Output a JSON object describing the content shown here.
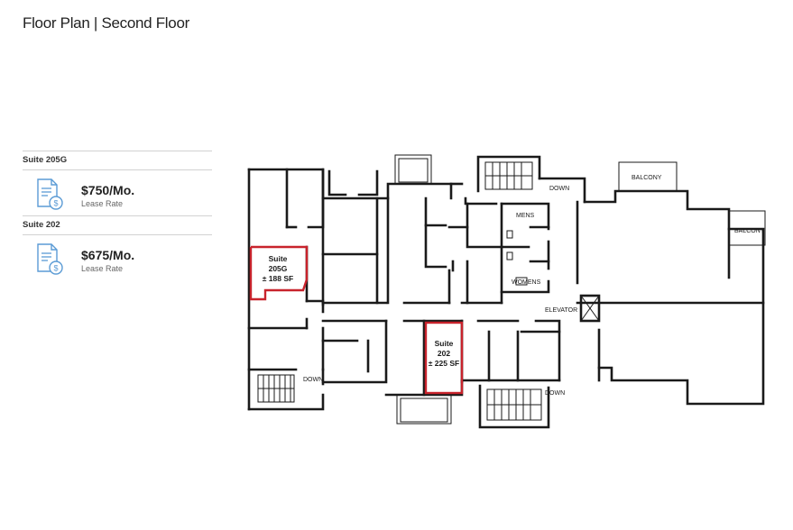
{
  "page": {
    "title": "Floor Plan | Second Floor"
  },
  "suites": [
    {
      "name": "Suite 205G",
      "rate": "$750/Mo.",
      "rate_caption": "Lease Rate",
      "icon": "document-dollar-icon"
    },
    {
      "name": "Suite 202",
      "rate": "$675/Mo.",
      "rate_caption": "Lease Rate",
      "icon": "document-dollar-icon"
    }
  ],
  "floor_plan": {
    "labels": {
      "balcony_top": "BALCONY",
      "balcony_right": "BALCONY",
      "down_top": "DOWN",
      "down_left": "DOWN",
      "down_bottom": "DOWN",
      "mens": "MENS",
      "womens": "WOMENS",
      "elevator": "ELEVATOR"
    },
    "suite_205g": {
      "line1": "Suite",
      "line2": "205G",
      "line3": "± 188 SF"
    },
    "suite_202": {
      "line1": "Suite",
      "line2": "202",
      "line3": "± 225 SF"
    }
  },
  "colors": {
    "highlight": "#c8232c",
    "icon": "#5b9bd5",
    "walls": "#1a1a1a"
  }
}
